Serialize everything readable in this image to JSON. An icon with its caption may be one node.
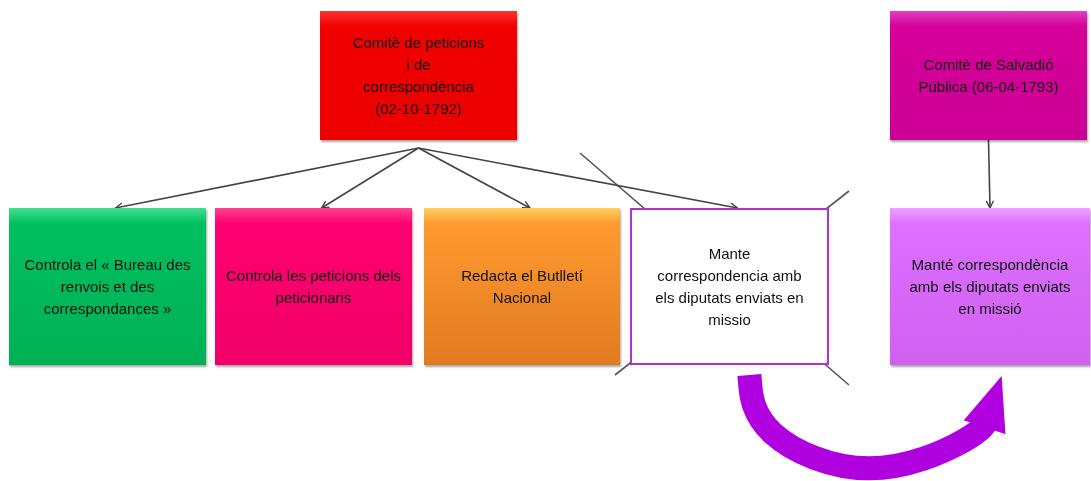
{
  "diagram": {
    "nodes": [
      {
        "text": [
          "Comitè de peticions i de correspondència (02-10-1792)"
        ]
      },
      {
        "text": [
          "Comitè de Salvadió Pública (06-04-1793)"
        ]
      },
      {
        "text": [
          "Controla el « Bureau des renvois et des correspondances »"
        ]
      },
      {
        "text": [
          "Controla les peticions dels peticionaris"
        ]
      },
      {
        "text": [
          "Redacta el Butlletí Nacional"
        ]
      },
      {
        "text": [
          "Mante correspondencia amb els diputats enviats en missio"
        ]
      },
      {
        "text": [
          "Manté correspondència amb els diputats enviats en missió"
        ]
      }
    ],
    "edges": [
      {
        "from": 0,
        "to": 2,
        "arrow": "to"
      },
      {
        "from": 0,
        "to": 3,
        "arrow": "to"
      },
      {
        "from": 0,
        "to": 4,
        "arrow": "to"
      },
      {
        "from": 0,
        "to": 5,
        "arrow": "to"
      },
      {
        "from": 1,
        "to": 6,
        "arrow": "to"
      },
      {
        "from": 5,
        "to": 6,
        "arrow": "to",
        "style": "thick",
        "color": "#b000e0"
      }
    ]
  }
}
